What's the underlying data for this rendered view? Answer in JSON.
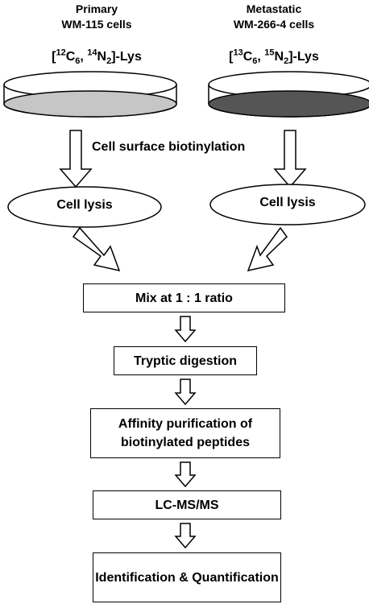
{
  "left": {
    "title": "Primary",
    "cells": "WM-115 cells",
    "label": {
      "open": "[",
      "iso1_mass": "12",
      "iso1_el": "C",
      "iso1_n": "6",
      "sep": ", ",
      "iso2_mass": "14",
      "iso2_el": "N",
      "iso2_n": "2",
      "close": "]-Lys"
    },
    "dish_fill": "#c6c6c6",
    "lysis": "Cell lysis"
  },
  "right": {
    "title": "Metastatic",
    "cells": "WM-266-4  cells",
    "label": {
      "open": "[",
      "iso1_mass": "13",
      "iso1_el": "C",
      "iso1_n": "6",
      "sep": ", ",
      "iso2_mass": "15",
      "iso2_el": "N",
      "iso2_n": "2",
      "close": "]-Lys"
    },
    "dish_fill": "#555555",
    "lysis": "Cell lysis"
  },
  "biotinylation": "Cell surface biotinylation",
  "steps": [
    "Mix at 1 : 1 ratio",
    "Tryptic digestion",
    "Affinity purification of biotinylated peptides",
    "LC-MS/MS",
    "Identification & Quantification"
  ]
}
